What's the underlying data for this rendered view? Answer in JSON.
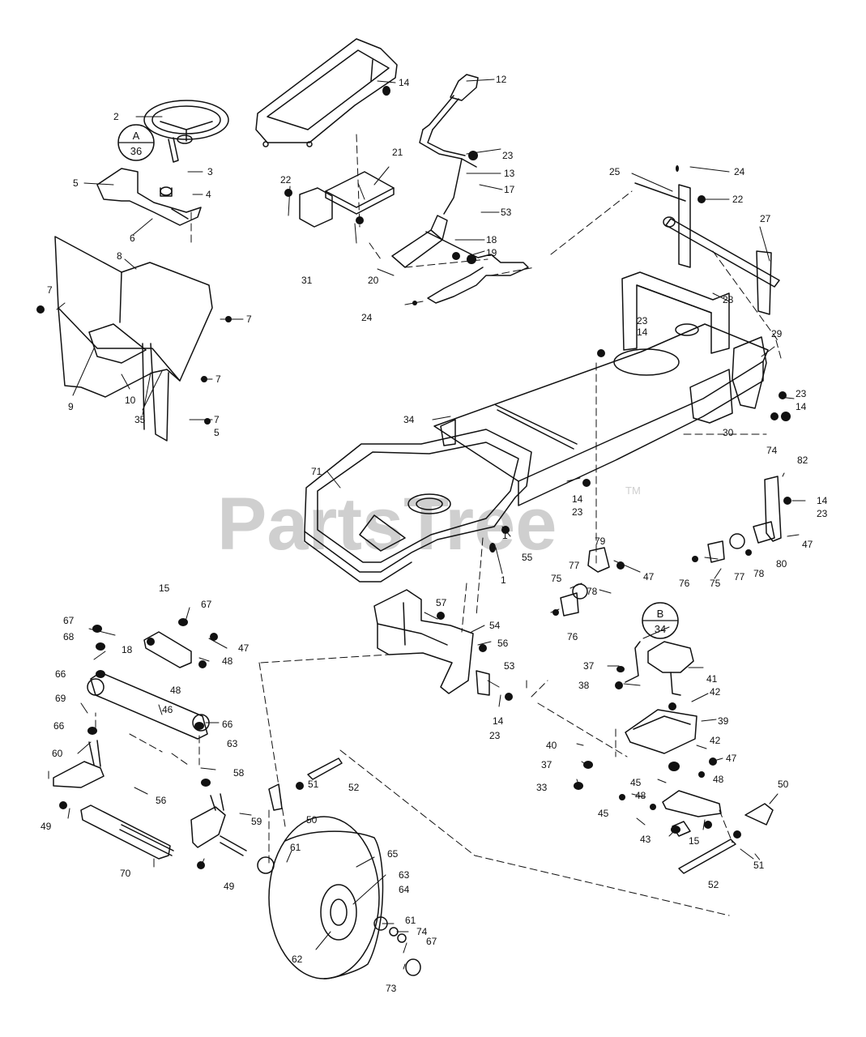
{
  "watermark": {
    "text": "PartsTree",
    "mark": "TM"
  },
  "reference_circles": [
    {
      "letter": "A",
      "page": "36"
    },
    {
      "letter": "B",
      "page": "34"
    }
  ],
  "callouts": [
    "1",
    "2",
    "3",
    "4",
    "5",
    "6",
    "8",
    "9",
    "10",
    "35",
    "7",
    "7",
    "7",
    "7",
    "5",
    "12",
    "13",
    "14",
    "17",
    "18",
    "19",
    "20",
    "21",
    "22",
    "23",
    "24",
    "31",
    "53",
    "25",
    "24",
    "22",
    "27",
    "28",
    "23",
    "14",
    "29",
    "23",
    "14",
    "30",
    "74",
    "82",
    "34",
    "71",
    "14",
    "23",
    "14",
    "23",
    "47",
    "55",
    "1",
    "79",
    "77",
    "78",
    "47",
    "75",
    "76",
    "76",
    "75",
    "77",
    "78",
    "80",
    "15",
    "67",
    "67",
    "68",
    "18",
    "47",
    "48",
    "66",
    "46",
    "48",
    "69",
    "66",
    "66",
    "60",
    "63",
    "58",
    "56",
    "49",
    "70",
    "50",
    "51",
    "52",
    "59",
    "49",
    "61",
    "65",
    "63",
    "64",
    "62",
    "61",
    "74",
    "67",
    "73",
    "57",
    "54",
    "56",
    "53",
    "14",
    "23",
    "41",
    "37",
    "38",
    "42",
    "39",
    "40",
    "42",
    "47",
    "37",
    "48",
    "33",
    "45",
    "48",
    "45",
    "43",
    "15",
    "50",
    "51",
    "52"
  ]
}
